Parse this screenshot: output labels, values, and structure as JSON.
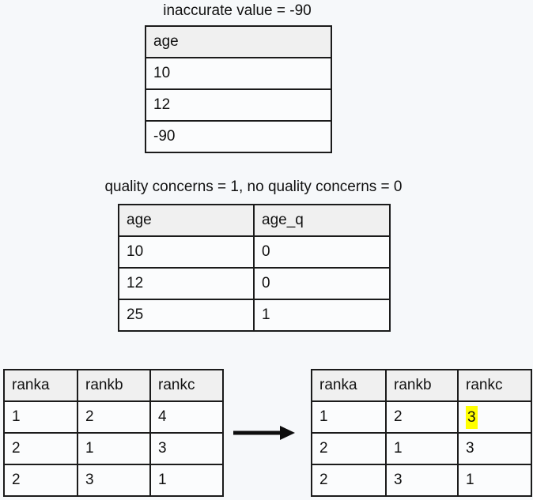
{
  "colors": {
    "background": "#f6f8fa",
    "cell_background": "#fbfcfd",
    "header_background": "#f0f0f0",
    "border": "#1b1b1b",
    "text": "#111111",
    "highlight": "#ffff00",
    "arrow": "#0d0d0d"
  },
  "top": {
    "title": "inaccurate value = -90",
    "table": {
      "headers": [
        "age"
      ],
      "rows": [
        [
          "10"
        ],
        [
          "12"
        ],
        [
          "-90"
        ]
      ]
    }
  },
  "middle": {
    "title": "quality concerns = 1, no quality concerns = 0",
    "table": {
      "headers": [
        "age",
        "age_q"
      ],
      "rows": [
        [
          "10",
          "0"
        ],
        [
          "12",
          "0"
        ],
        [
          "25",
          "1"
        ]
      ]
    }
  },
  "bottom": {
    "before_table": {
      "headers": [
        "ranka",
        "rankb",
        "rankc"
      ],
      "rows": [
        [
          "1",
          "2",
          "4"
        ],
        [
          "2",
          "1",
          "3"
        ],
        [
          "2",
          "3",
          "1"
        ]
      ]
    },
    "after_table": {
      "headers": [
        "ranka",
        "rankb",
        "rankc"
      ],
      "rows": [
        [
          "1",
          "2",
          "3"
        ],
        [
          "2",
          "1",
          "3"
        ],
        [
          "2",
          "3",
          "1"
        ]
      ]
    },
    "arrow_icon": "arrow-right",
    "highlight_color": "#ffff00",
    "highlighted_cell": {
      "table": "after",
      "row": 0,
      "column": "rankc",
      "value": "3"
    }
  }
}
